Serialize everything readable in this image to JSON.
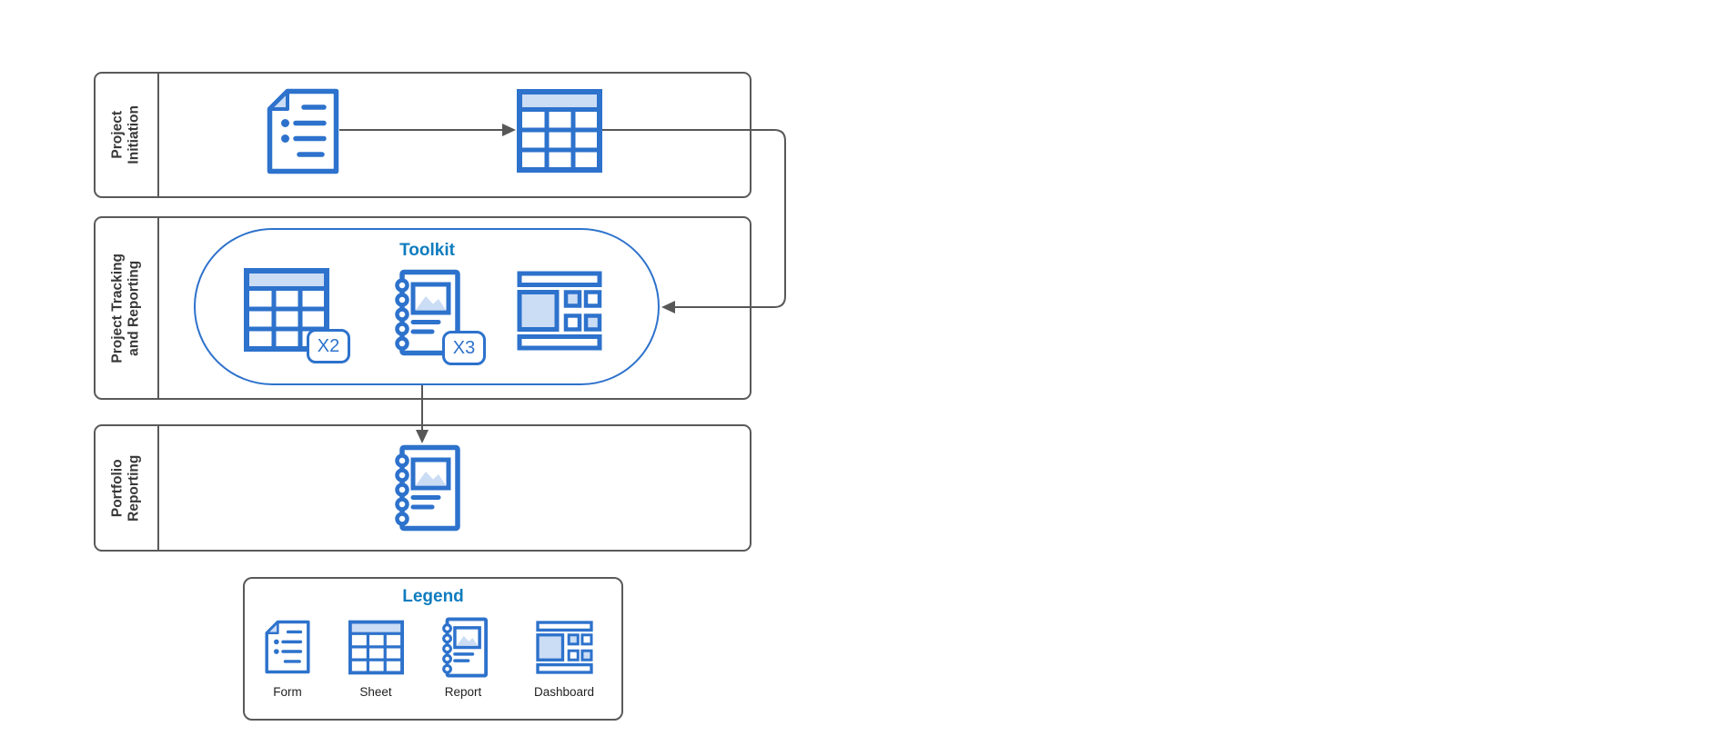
{
  "diagram": {
    "lanes": [
      {
        "label": "Project Initiation",
        "nodes": [
          {
            "icon": "form-icon"
          },
          {
            "icon": "sheet-icon"
          }
        ]
      },
      {
        "label": "Project Tracking and Reporting",
        "nodes": [
          {
            "icon": "sheet-icon",
            "badge": "X2"
          },
          {
            "icon": "report-icon",
            "badge": "X3"
          },
          {
            "icon": "dashboard-icon"
          }
        ]
      },
      {
        "label": "Portfolio Reporting",
        "nodes": [
          {
            "icon": "report-icon"
          }
        ]
      }
    ],
    "toolkit": {
      "title": "Toolkit",
      "sheet_badge": "X2",
      "report_badge": "X3"
    },
    "edges": [
      {
        "from": "form (Project Initiation)",
        "to": "sheet (Project Initiation)"
      },
      {
        "from": "sheet (Project Initiation)",
        "to": "Toolkit group"
      },
      {
        "from": "Toolkit group",
        "to": "report (Portfolio Reporting)"
      }
    ],
    "legend": {
      "title": "Legend",
      "items": [
        {
          "icon": "form-icon",
          "label": "Form"
        },
        {
          "icon": "sheet-icon",
          "label": "Sheet"
        },
        {
          "icon": "report-icon",
          "label": "Report"
        },
        {
          "icon": "dashboard-icon",
          "label": "Dashboard"
        }
      ]
    },
    "colors": {
      "icon_stroke": "#2D72CC",
      "icon_fill_light": "#CBDCF5",
      "title_blue": "#0F7CBF",
      "lane_border": "#595959",
      "lane_label_text": "#383838",
      "connector": "#575757"
    }
  }
}
